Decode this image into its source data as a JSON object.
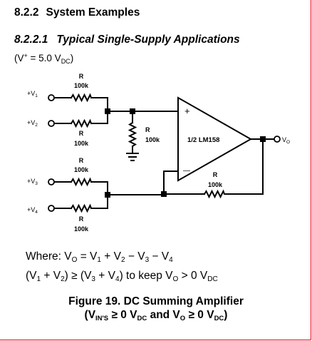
{
  "section": {
    "number": "8.2.2",
    "title": "System Examples"
  },
  "subsection": {
    "number": "8.2.2.1",
    "title": "Typical Single-Supply Applications"
  },
  "supply": {
    "open": "(V",
    "sup": "+",
    "mid": " = 5.0 V",
    "sub": "DC",
    "close": ")"
  },
  "circuit": {
    "r1": {
      "name": "R",
      "value": "100k"
    },
    "r2": {
      "name": "R",
      "value": "100k"
    },
    "r3": {
      "name": "R",
      "value": "100k"
    },
    "r4": {
      "name": "R",
      "value": "100k"
    },
    "r_gnd": {
      "name": "R",
      "value": "100k"
    },
    "r_fb": {
      "name": "R",
      "value": "100k"
    },
    "in1": {
      "label": "+V",
      "sub": "1"
    },
    "in2": {
      "label": "+V",
      "sub": "2"
    },
    "in3": {
      "label": "+V",
      "sub": "3"
    },
    "in4": {
      "label": "+V",
      "sub": "4"
    },
    "opamp_label": "1/2 LM158",
    "plus_sign": "+",
    "minus_sign": "—",
    "out": {
      "label": "V",
      "sub": "O"
    }
  },
  "equations": {
    "line1": {
      "a": "Where: V",
      "a_sub": "O",
      "b": " = V",
      "b_sub": "1",
      "c": " + V",
      "c_sub": "2",
      "d": " − V",
      "d_sub": "3",
      "e": " − V",
      "e_sub": "4"
    },
    "line2": {
      "a": "(V",
      "a_sub": "1",
      "b": " + V",
      "b_sub": "2",
      "c": ") ≥ (V",
      "c_sub": "3",
      "d": " + V",
      "d_sub": "4",
      "e": ") to keep V",
      "e_sub": "O",
      "f": " > 0 V",
      "f_sub": "DC"
    }
  },
  "caption": {
    "title": "Figure 19. DC Summing Amplifier",
    "a": "(V",
    "a_sub": "IN'S",
    "b": " ≥ 0 V",
    "b_sub": "DC",
    "c": " and V",
    "c_sub": "O",
    "d": " ≥ 0 V",
    "d_sub": "DC",
    "e": ")"
  }
}
